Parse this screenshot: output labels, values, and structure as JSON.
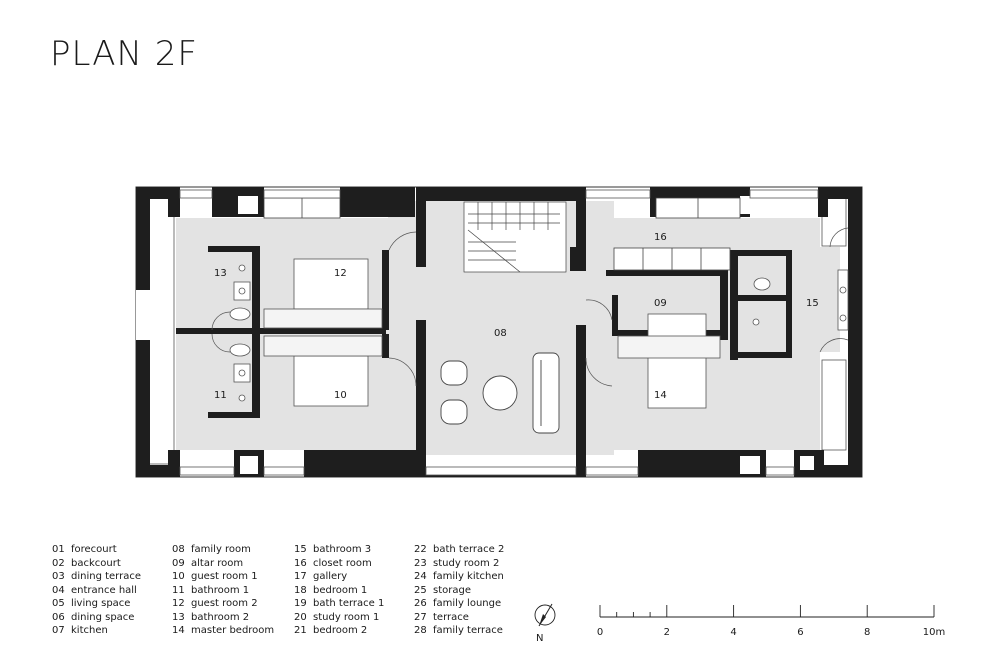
{
  "title": "PLAN 2F",
  "room_labels": [
    "12",
    "13",
    "10",
    "11",
    "08",
    "16",
    "09",
    "14",
    "15"
  ],
  "legend": [
    {
      "num": "01",
      "name": "forecourt"
    },
    {
      "num": "02",
      "name": "backcourt"
    },
    {
      "num": "03",
      "name": "dining terrace"
    },
    {
      "num": "04",
      "name": "entrance hall"
    },
    {
      "num": "05",
      "name": "living space"
    },
    {
      "num": "06",
      "name": "dining space"
    },
    {
      "num": "07",
      "name": "kitchen"
    },
    {
      "num": "08",
      "name": "family room"
    },
    {
      "num": "09",
      "name": "altar room"
    },
    {
      "num": "10",
      "name": "guest room 1"
    },
    {
      "num": "11",
      "name": "bathroom 1"
    },
    {
      "num": "12",
      "name": "guest room 2"
    },
    {
      "num": "13",
      "name": "bathroom 2"
    },
    {
      "num": "14",
      "name": "master bedroom"
    },
    {
      "num": "15",
      "name": "bathroom 3"
    },
    {
      "num": "16",
      "name": "closet room"
    },
    {
      "num": "17",
      "name": "gallery"
    },
    {
      "num": "18",
      "name": "bedroom 1"
    },
    {
      "num": "19",
      "name": "bath terrace 1"
    },
    {
      "num": "20",
      "name": "study room 1"
    },
    {
      "num": "21",
      "name": "bedroom 2"
    },
    {
      "num": "22",
      "name": "bath terrace 2"
    },
    {
      "num": "23",
      "name": "study room 2"
    },
    {
      "num": "24",
      "name": "family kitchen"
    },
    {
      "num": "25",
      "name": "storage"
    },
    {
      "num": "26",
      "name": "family lounge"
    },
    {
      "num": "27",
      "name": "terrace"
    },
    {
      "num": "28",
      "name": "family terrace"
    }
  ],
  "north_label": "N",
  "scale_ticks": [
    "0",
    "2",
    "4",
    "6",
    "8",
    "10m"
  ],
  "colors": {
    "wall": "#1e1e1e",
    "floor": "#e3e3e3",
    "line": "#333333"
  }
}
